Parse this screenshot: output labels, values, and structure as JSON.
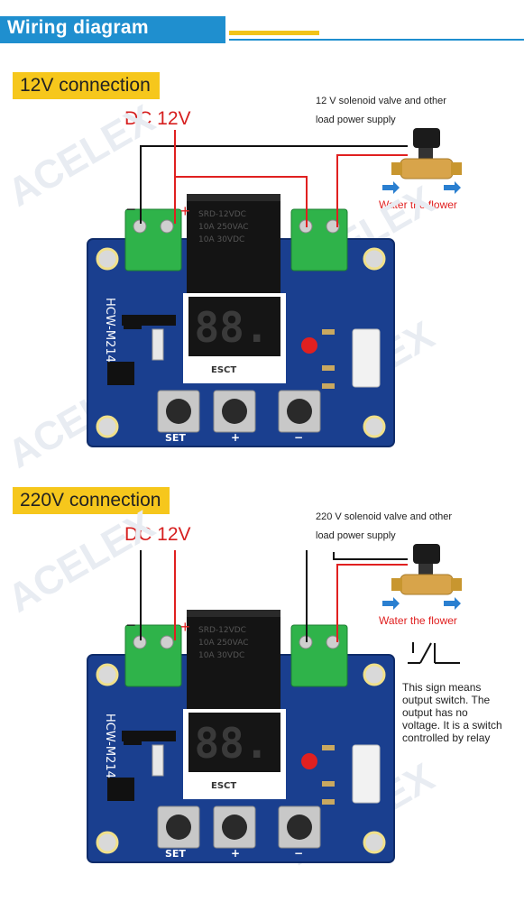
{
  "header": {
    "title": "Wiring diagram"
  },
  "watermark": "ACELEX",
  "sections": [
    {
      "label": "12V connection",
      "dc_label": "DC 12V",
      "note_lines": [
        "12 V solenoid valve and other",
        "load power supply"
      ],
      "valve_caption": "Water the flower",
      "minus": "−",
      "plus": "+"
    },
    {
      "label": "220V connection",
      "dc_label": "DC 12V",
      "note_lines": [
        "220 V solenoid valve and other",
        "load power supply"
      ],
      "valve_caption": "Water the flower",
      "minus": "−",
      "plus": "+",
      "switch_explanation": [
        "This sign means",
        "output switch. The",
        "output has no",
        "voltage. It is a switch",
        "controlled by relay"
      ]
    }
  ],
  "board": {
    "model": "HCW-M214",
    "buttons": [
      "SET",
      "+",
      "−"
    ],
    "relay_text": [
      "SRD-12VDC",
      "10A 250VAC",
      "10A 30VDC"
    ],
    "display": "88.",
    "chip_text": "ESCT"
  },
  "colors": {
    "header_blue": "#1f8fcf",
    "label_yellow": "#f6c71c",
    "wire_red": "#e02020",
    "wire_black": "#111111",
    "pcb_blue": "#1a3f8f",
    "terminal_green": "#2fb34a"
  }
}
